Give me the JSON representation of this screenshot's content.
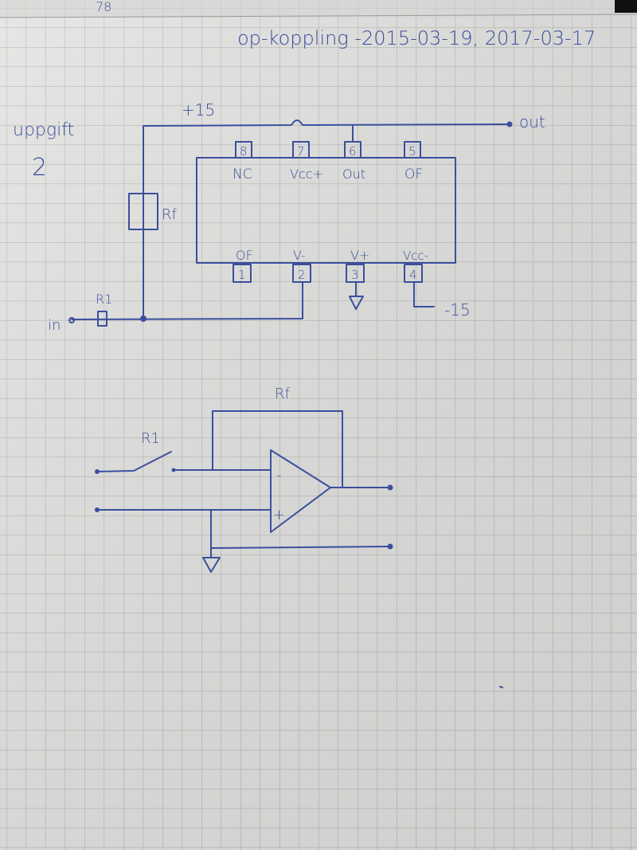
{
  "page_number": "78",
  "title": "op-koppling -2015-03-19, 2017-03-17",
  "task": {
    "label": "uppgift",
    "number": "2"
  },
  "ic_diagram": {
    "supply_pos": "+15",
    "supply_neg": "-15",
    "output_label": "out",
    "input_label": "in",
    "r1_label": "R1",
    "rf_label": "Rf",
    "top_pins": [
      {
        "number": "8",
        "name": "NC"
      },
      {
        "number": "7",
        "name": "Vcc+"
      },
      {
        "number": "6",
        "name": "Out"
      },
      {
        "number": "5",
        "name": "OF"
      }
    ],
    "bottom_pins": [
      {
        "number": "1",
        "name": "OF"
      },
      {
        "number": "2",
        "name": "V-"
      },
      {
        "number": "3",
        "name": "V+"
      },
      {
        "number": "4",
        "name": "Vcc-"
      }
    ]
  },
  "schematic": {
    "rf_label": "Rf",
    "r1_label": "R1",
    "minus_sign": "-",
    "plus_sign": "+"
  },
  "colors": {
    "ink": "#3b4f9c",
    "paper": "#e2e2e0",
    "grid": "#b4b4b2"
  }
}
